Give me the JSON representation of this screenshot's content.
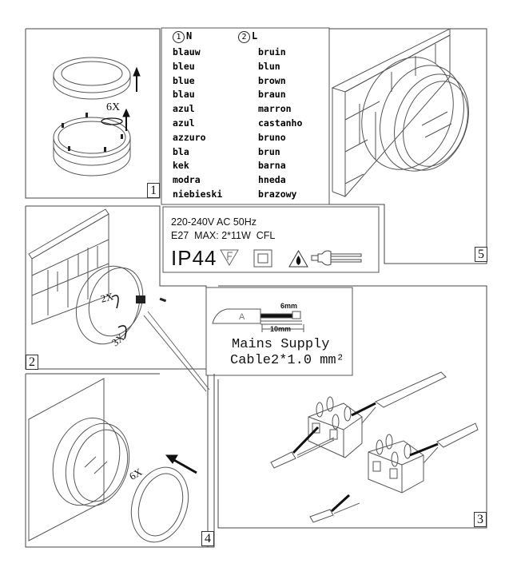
{
  "document": {
    "type": "Lamp installation instruction sheet",
    "steps": [
      "1",
      "2",
      "3",
      "4",
      "5"
    ]
  },
  "wire_colors": {
    "neutral": {
      "marker": "1",
      "code": "N",
      "names": [
        "blauw",
        "bleu",
        "blue",
        "blau",
        "azul",
        "azul",
        "azzuro",
        "bla",
        "kek",
        "modra",
        "niebieski"
      ]
    },
    "live": {
      "marker": "2",
      "code": "L",
      "names": [
        "bruin",
        "blun",
        "brown",
        "braun",
        "marron",
        "castanho",
        "bruno",
        "brun",
        "barna",
        "hneda",
        "brazowy"
      ]
    }
  },
  "specs": {
    "voltage": "220-240V AC 50Hz",
    "bulb": "E27  MAX: 2*11W  CFL",
    "ip_rating": "IP44",
    "symbols": [
      "f-mark-icon",
      "double-insulation-icon",
      "flammable-warning-icon",
      "cfl-bulb-icon"
    ]
  },
  "cable": {
    "strip_short": "6mm",
    "strip_long": "10mm",
    "jacket_label": "A",
    "title_line1": "Mains Supply",
    "title_line2": "Cable2*1.0 mm²"
  },
  "annotations": {
    "step1_screws": "6X",
    "step2_screws_a": "2X",
    "step2_screws_b": "3X",
    "step4_screws": "6X"
  },
  "colors": {
    "line": "#333333",
    "ink": "#111111",
    "paper": "#ffffff"
  }
}
